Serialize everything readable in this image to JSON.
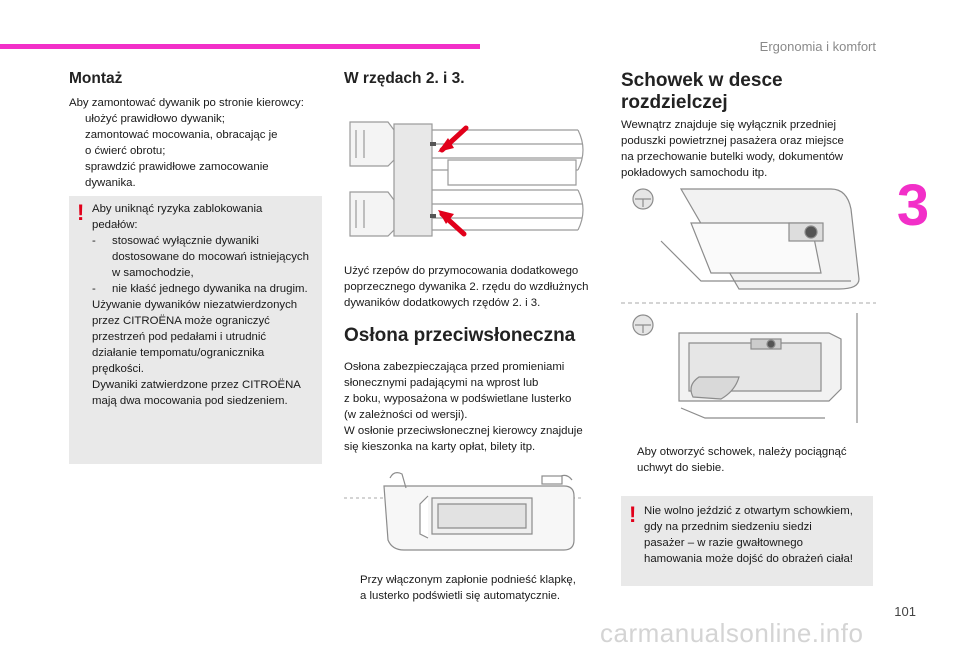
{
  "header": {
    "section": "Ergonomia i komfort",
    "chapter": "3",
    "page": "101"
  },
  "col1": {
    "title": "Montaż",
    "intro": "Aby zamontować dywanik po stronie kierowcy:",
    "steps": [
      "ułożyć prawidłowo dywanik;",
      "zamontować mocowania, obracając je",
      "o ćwierć obrotu;",
      "sprawdzić prawidłowe zamocowanie",
      "dywanika."
    ],
    "warning": {
      "l1": "Aby uniknąć ryzyka zablokowania",
      "l2": "pedałów:",
      "d1a": "stosować wyłącznie dywaniki",
      "d1b": "dostosowane do mocowań istniejących",
      "d1c": "w samochodzie,",
      "d2": "nie kłaść jednego dywanika na drugim.",
      "l3": "Używanie dywaników niezatwierdzonych",
      "l4": "przez CITROËNA może ograniczyć",
      "l5": "przestrzeń pod pedałami i utrudnić",
      "l6": "działanie tempomatu/ogranicznika",
      "l7": "prędkości.",
      "l8": "Dywaniki zatwierdzone przez CITROËNA",
      "l9": "mają dwa mocowania pod siedzeniem."
    }
  },
  "col2": {
    "title": "W rzędach 2. i 3.",
    "text": [
      "Użyć rzepów do przymocowania dodatkowego",
      "poprzecznego dywanika 2. rzędu do wzdłużnych",
      "dywaników dodatkowych rzędów 2. i 3."
    ],
    "visor_title": "Osłona przeciwsłoneczna",
    "visor_text": [
      "Osłona zabezpieczająca przed promieniami",
      "słonecznymi padającymi na wprost lub",
      "z boku, wyposażona w podświetlane lusterko",
      "(w zależności od wersji).",
      "W osłonie przeciwsłonecznej kierowcy znajduje",
      "się kieszonka na karty opłat, bilety itp."
    ],
    "visor_bullet": [
      "Przy włączonym zapłonie podnieść klapkę,",
      "a lusterko podświetli się automatycznie."
    ]
  },
  "col3": {
    "title_l1": "Schowek w desce",
    "title_l2": "rozdzielczej",
    "text": [
      "Wewnątrz znajduje się wyłącznik przedniej",
      "poduszki powietrznej pasażera oraz miejsce",
      "na przechowanie butelki wody, dokumentów",
      "pokładowych samochodu itp."
    ],
    "bullet": [
      "Aby otworzyć schowek, należy pociągnąć",
      "uchwyt do siebie."
    ],
    "warning": [
      "Nie wolno jeździć z otwartym schowkiem,",
      "gdy na przednim siedzeniu siedzi",
      "pasażer – w razie gwałtownego",
      "hamowania może dojść do obrażeń ciała!"
    ]
  },
  "bullet_glyph": "",
  "warn_glyph": "!",
  "watermark": "carmanualsonline.info",
  "colors": {
    "accent": "#f22fc8",
    "warning": "#e1001a",
    "box": "#e9e9e9"
  }
}
